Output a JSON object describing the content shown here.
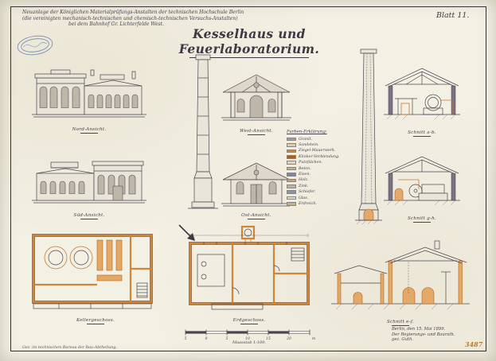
{
  "colors": {
    "paper": "#f3f0e4",
    "ink": "#4a4550",
    "orange": "#cf8638",
    "stamp_blue": "#5b7aa6"
  },
  "sheet": {
    "title": "Kesselhaus und Feuerlaboratorium.",
    "number": "Blatt 11."
  },
  "header": {
    "line1": "Neuanlage der Königlichen Materialprüfungs-Anstalten der technischen Hochschule Berlin",
    "line2": "(die vereinigten mechanisch-technischen und chemisch-technischen Versuchs-Anstalten)",
    "line3": "bei dem Bahnhof Gr. Lichterfelde West."
  },
  "captions": {
    "nord": "Nord-Ansicht.",
    "sued": "Süd-Ansicht.",
    "west": "West-Ansicht.",
    "ost": "Ost-Ansicht.",
    "schnitt_ab": "Schnitt a-b.",
    "schnitt_gh": "Schnitt g-h.",
    "keller": "Kellergeschoss.",
    "erdgeschoss": "Erdgeschoss.",
    "schnitt_ef": "Schnitt e-f."
  },
  "legend": {
    "title": "Farben-Erklärung:",
    "items": [
      {
        "label": "Granit.",
        "color": "#9aa0a8"
      },
      {
        "label": "Sandstein.",
        "color": "#d8cfa4"
      },
      {
        "label": "Ziegel-Mauerwerk.",
        "color": "#cf8638"
      },
      {
        "label": "Klinker-Verblendung.",
        "color": "#b05a2a"
      },
      {
        "label": "Putzflächen.",
        "color": "#dad5c5"
      },
      {
        "label": "Beton.",
        "color": "#b8b2a4"
      },
      {
        "label": "Eisen.",
        "color": "#7d86a8"
      },
      {
        "label": "Holz.",
        "color": "#c8a06a"
      },
      {
        "label": "Zink.",
        "color": "#aeb4b8"
      },
      {
        "label": "Schiefer.",
        "color": "#8d93a0"
      },
      {
        "label": "Glas.",
        "color": "#cfe0da"
      },
      {
        "label": "Erdreich.",
        "color": "#c2b089"
      }
    ]
  },
  "scale": {
    "caption": "Maasstab 1:100.",
    "labels": [
      "5",
      "0",
      "5",
      "10",
      "15",
      "20"
    ],
    "unit": "m"
  },
  "footer": {
    "right_line1": "Berlin, den 15. Mai 1899.",
    "right_line2": "Der Regierungs- und Baurath.",
    "right_line3": "gez. Guth.",
    "left_note": "Gez. im technischen Bureau der Bau-Abtheilung.",
    "plate_number": "3487"
  }
}
